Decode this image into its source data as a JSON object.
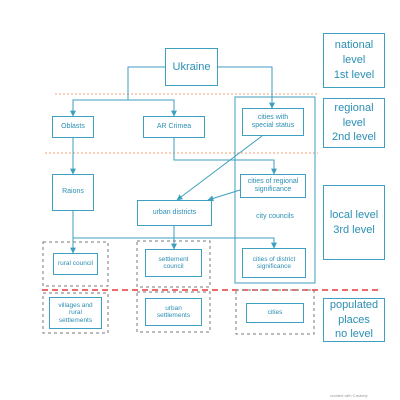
{
  "nodes": {
    "ukraine": "Ukraine",
    "oblasts": "Oblasts",
    "ar_crimea": "AR Crimea",
    "cities_special": "cities with special status",
    "raions": "Raions",
    "urban_districts": "urban districts",
    "cities_regional": "cities of regional significance",
    "city_councils": "city councils",
    "rural_council": "rural council",
    "settlement_council": "settlement council",
    "cities_district": "cities of district significance",
    "villages": "villages and rural settlements",
    "urban_settlements": "urban settlements",
    "cities": "cities"
  },
  "levels": {
    "national": [
      "national level",
      "1st level"
    ],
    "regional": [
      "regional level",
      "2nd level"
    ],
    "local": [
      "local level",
      "3rd level"
    ],
    "populated": [
      "populated",
      "places",
      "no level"
    ]
  },
  "footer": "created with Creately",
  "colors": {
    "box_border": "#3f9fbf",
    "text": "#2b8fb3",
    "separator_orange": "#f0a070",
    "separator_red": "#e23a3a",
    "dashed_gray": "#7a7a7a"
  }
}
